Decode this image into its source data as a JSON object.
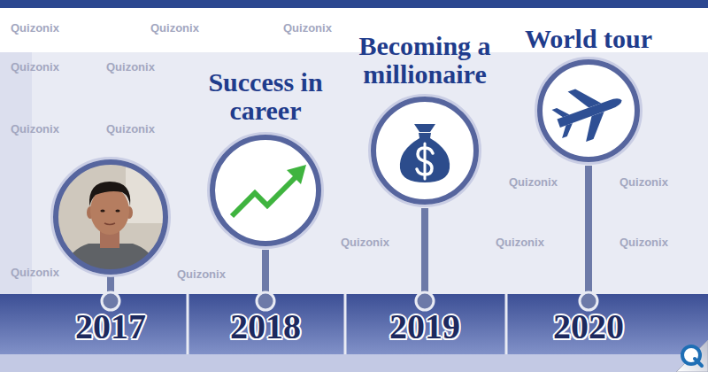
{
  "diagram": {
    "nodes": [
      {
        "text": [
          "Success in career"
        ]
      },
      {
        "text": [
          "Becoming a millionaire"
        ]
      },
      {
        "text": [
          "World tour"
        ]
      },
      {
        "text": [
          "2017"
        ]
      },
      {
        "text": [
          "2018"
        ]
      },
      {
        "text": [
          "2019"
        ]
      },
      {
        "text": [
          "2020"
        ]
      }
    ],
    "edges": [
      {
        "from": 0,
        "to": 4,
        "arrow": "none"
      },
      {
        "from": 1,
        "to": 5,
        "arrow": "none"
      },
      {
        "from": 2,
        "to": 6,
        "arrow": "none"
      }
    ],
    "labels": [
      "Quizonix",
      "Quizonix",
      "Quizonix",
      "Quizonix",
      "Quizonix",
      "Quizonix",
      "Quizonix",
      "Quizonix",
      "Quizonix",
      "Quizonix",
      "Quizonix",
      "Quizonix",
      "Quizonix",
      "Quizonix"
    ]
  }
}
